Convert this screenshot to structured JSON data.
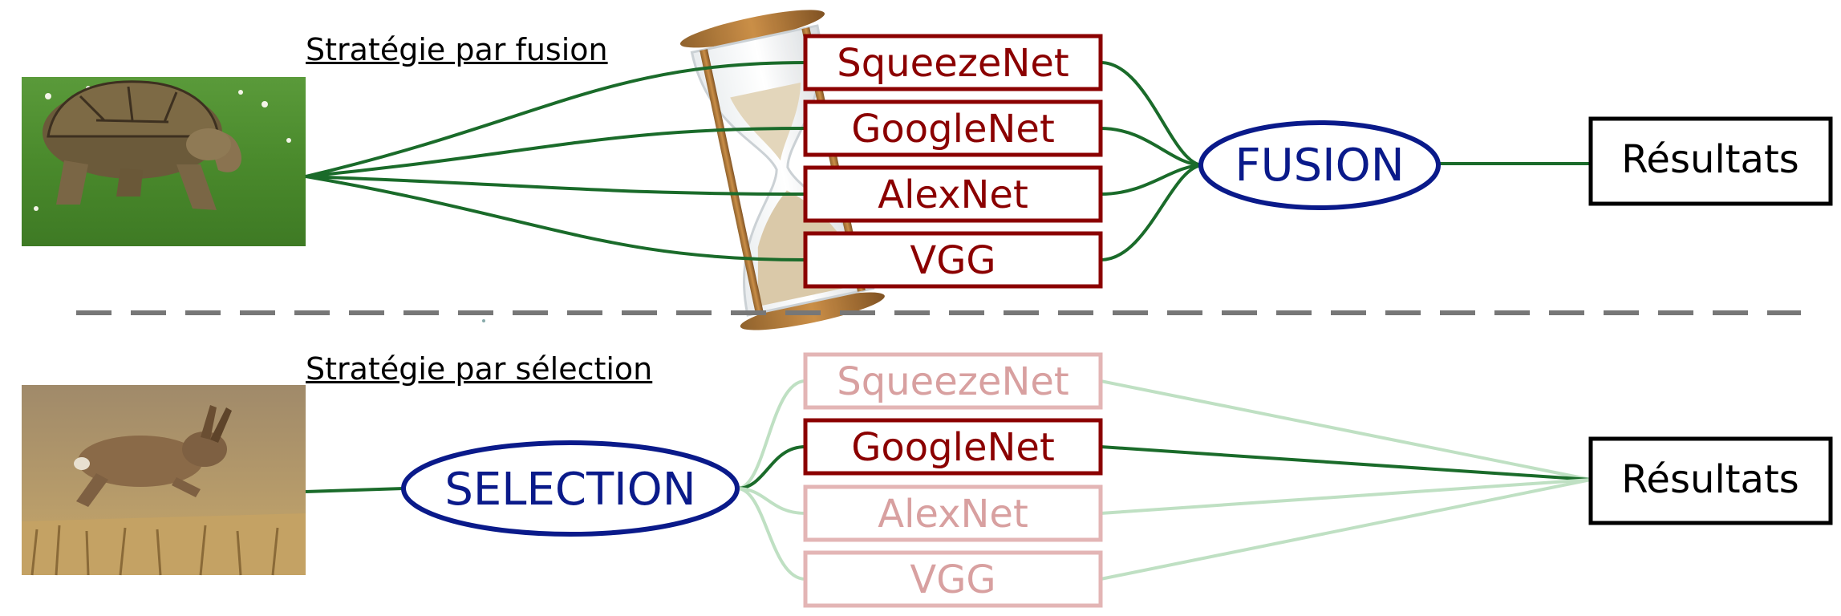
{
  "top": {
    "strategy_label": "Stratégie par fusion",
    "combiner_label": "FUSION",
    "result_label": "Résultats",
    "image": "tortoise-photo",
    "networks": [
      {
        "label": "SqueezeNet",
        "active": true
      },
      {
        "label": "GoogleNet",
        "active": true
      },
      {
        "label": "AlexNet",
        "active": true
      },
      {
        "label": "VGG",
        "active": true
      }
    ]
  },
  "bottom": {
    "strategy_label": "Stratégie par sélection",
    "selector_label": "SELECTION",
    "result_label": "Résultats",
    "image": "hare-photo",
    "networks": [
      {
        "label": "SqueezeNet",
        "active": false
      },
      {
        "label": "GoogleNet",
        "active": true
      },
      {
        "label": "AlexNet",
        "active": false
      },
      {
        "label": "VGG",
        "active": false
      }
    ]
  },
  "colors": {
    "network_text": "#8b0000",
    "network_border": "#8b0000",
    "network_text_faded": "#d8a0a0",
    "network_border_faded": "#e3b5b5",
    "edge": "#1a6b2a",
    "edge_faded": "#bfe0c3",
    "ellipse": "#0a1a8a",
    "divider": "#777777",
    "result_border": "#000000"
  },
  "icons": [
    "hourglass-icon"
  ]
}
